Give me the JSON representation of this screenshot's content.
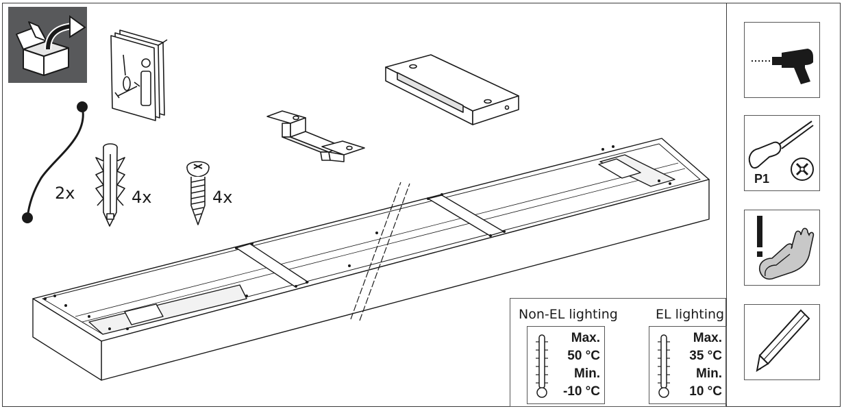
{
  "parts": {
    "cable_qty": "2x",
    "plug_qty": "4x",
    "screw_qty": "4x"
  },
  "tools": [
    {
      "name": "drill-icon"
    },
    {
      "name": "screwdriver-icon",
      "label": "P1"
    },
    {
      "name": "gloves-warning-icon"
    },
    {
      "name": "pencil-icon"
    }
  ],
  "temperature": {
    "non_el": {
      "label": "Non-EL lighting",
      "max_label": "Max.",
      "max_value": "50 °C",
      "min_label": "Min.",
      "min_value": "-10 °C"
    },
    "el": {
      "label": "EL lighting",
      "max_label": "Max.",
      "max_value": "35 °C",
      "min_label": "Min.",
      "min_value": "10 °C"
    }
  },
  "colors": {
    "line": "#1a1a1a",
    "box_bg": "#58595b",
    "fill_gray": "#bdbdbd"
  }
}
